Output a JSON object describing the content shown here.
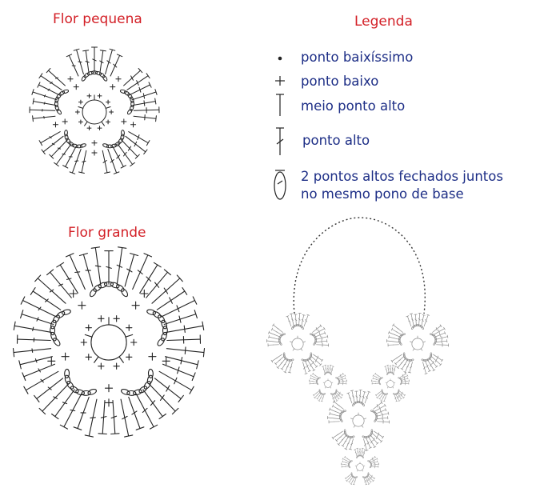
{
  "titles": {
    "small_flower": "Flor pequena",
    "legend": "Legenda",
    "large_flower": "Flor grande"
  },
  "legend": {
    "items": [
      {
        "symbol": "dot-symbol",
        "label": "ponto baixíssimo"
      },
      {
        "symbol": "plus-symbol",
        "label": "ponto baixo"
      },
      {
        "symbol": "t-symbol",
        "label": "meio ponto alto"
      },
      {
        "symbol": "t-slash-symbol",
        "label": "ponto alto"
      },
      {
        "symbol": "oval-symbol",
        "label": "2 pontos altos fechados juntos",
        "label_line2": "no mesmo pono de base"
      }
    ]
  },
  "colors": {
    "title": "#d32027",
    "legend_text": "#1d2e86",
    "diagram_line": "#222222",
    "necklace_line": "#9a9a9a"
  }
}
